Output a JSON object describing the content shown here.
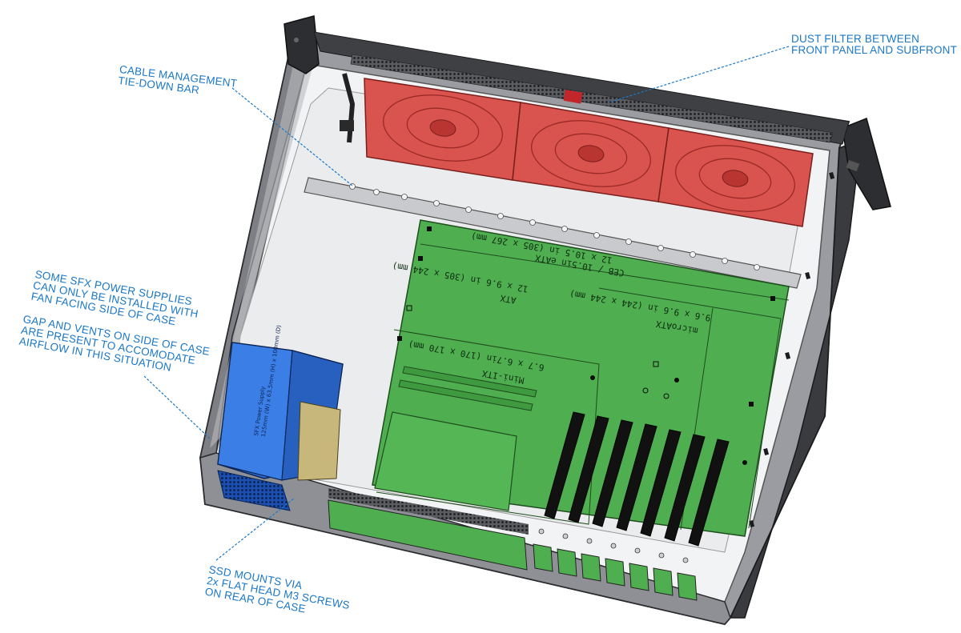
{
  "callouts": {
    "dust_filter": [
      "DUST FILTER BETWEEN",
      "FRONT PANEL AND SUBFRONT"
    ],
    "cable_bar": [
      "CABLE MANAGEMENT",
      "TIE-DOWN BAR"
    ],
    "sfx_psu": [
      "SOME SFX POWER SUPPLIES",
      "CAN ONLY BE INSTALLED WITH",
      "FAN FACING SIDE OF CASE"
    ],
    "gap_vents": [
      "GAP AND VENTS ON SIDE OF CASE",
      "ARE PRESENT TO ACCOMODATE",
      "AIRFLOW IN THIS SITUATION"
    ],
    "ssd_mounts": [
      "SSD MOUNTS VIA",
      "2x FLAT HEAD M3 SCREWS",
      "ON REAR OF CASE"
    ]
  },
  "motherboard_zones": {
    "eatx": [
      "CEB / 10.5in eATX",
      "12 x 10.5 in (305 x 267 mm)"
    ],
    "atx": [
      "ATX",
      "12 x 9.6 in (305 x 244 mm)"
    ],
    "microatx": [
      "microATX",
      "9.6 x 9.6 in (244 x 244 mm)"
    ],
    "miniitx": [
      "Mini-ITX",
      "6.7 x 6.7in (170 x 170 mm)"
    ]
  },
  "psu_label": [
    "SFX Power Supply",
    "125mm (W) x 63.5mm (H) x 100mm (D)"
  ],
  "colors": {
    "callout": "#1b78c8",
    "fan_red": "#d9534f",
    "board_green": "#4fae4f",
    "psu_blue": "#2f6fd6",
    "chassis_gray": "#8e9095",
    "chassis_dark": "#3a3b3f"
  }
}
